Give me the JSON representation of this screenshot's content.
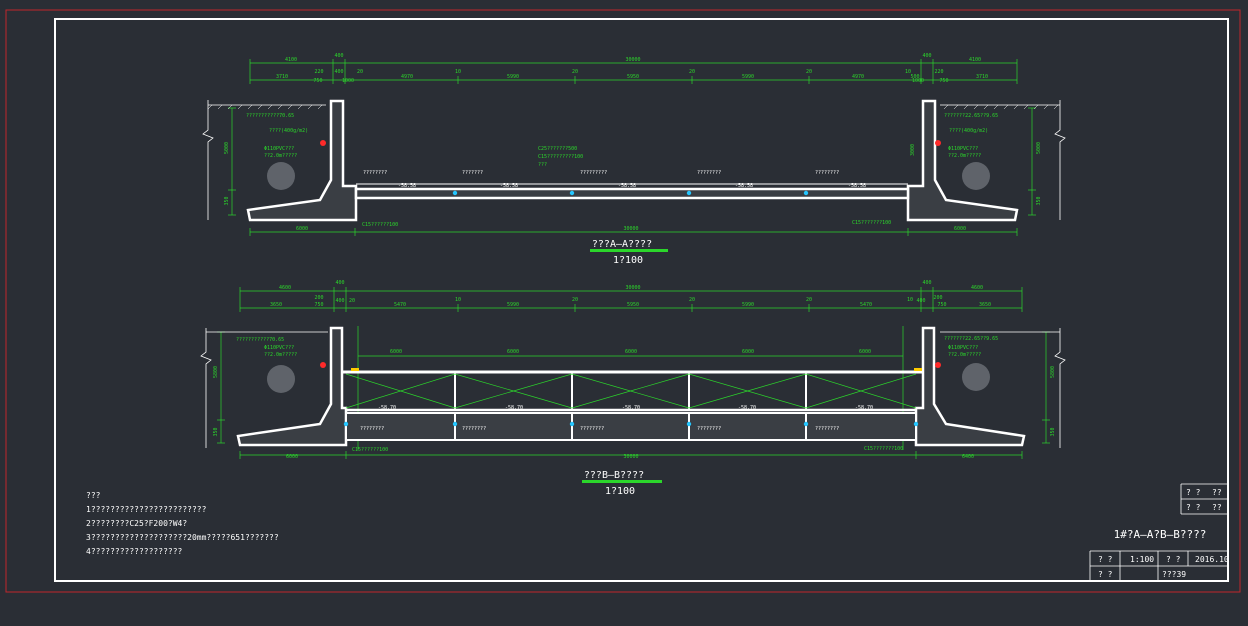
{
  "drawing": {
    "colors": {
      "background": "#2a2e35",
      "frame_outer": "#c0262b",
      "frame_inner": "#ffffff",
      "structure": "#ffffff",
      "dimension": "#2bd62b",
      "marker_red": "#ff2a2a",
      "marker_cyan": "#25c6ff",
      "marker_yellow": "#ffcc00"
    },
    "section_a": {
      "title": "???A—A????",
      "scale": "1?100",
      "dim_top_row1": [
        "4100",
        "400",
        "30000",
        "400",
        "4100"
      ],
      "dim_top_row2": [
        "3710",
        "220",
        "400",
        "20",
        "4970",
        "10",
        "5990",
        "20",
        "5950",
        "20",
        "5990",
        "20",
        "4970",
        "10",
        "500",
        "220",
        "3710"
      ],
      "dim_top_row2b": [
        "750",
        "1000",
        "1000",
        "750"
      ],
      "dim_bottom": [
        "6000",
        "30000",
        "6000"
      ],
      "left_labels": [
        "???????????70.65",
        "????(400g/m2)",
        "Φ110PVC???",
        "??2.0m?????"
      ],
      "right_labels": [
        "???????22.65??9.65",
        "????(400g/m2)",
        "Φ110PVC???",
        "??2.0m?????"
      ],
      "center_labels": [
        "C25???????500",
        "C15?????????100",
        "???"
      ],
      "cells": [
        "????????",
        "???????",
        "?????????",
        "????????",
        "????????"
      ],
      "elevations": [
        "-58.58",
        "-58.58",
        "-58.58",
        "-58.58",
        "-58.58"
      ],
      "bottom_left_label": "C15??????100",
      "bottom_right_label": "C15???????100",
      "side_dims_left": [
        "5000",
        "350",
        "3000"
      ],
      "side_dims_right": [
        "5000",
        "350",
        "3000"
      ]
    },
    "section_b": {
      "title": "???B—B????",
      "scale": "1?100",
      "dim_top_row1": [
        "4600",
        "400",
        "30000",
        "400",
        "4600"
      ],
      "dim_top_row2": [
        "3650",
        "200",
        "750",
        "400",
        "20",
        "5470",
        "10",
        "5990",
        "20",
        "5950",
        "20",
        "5990",
        "20",
        "5470",
        "10",
        "400",
        "200",
        "750",
        "3650"
      ],
      "strut_dims": [
        "6000",
        "6000",
        "6000",
        "6000",
        "6000"
      ],
      "dim_bottom": [
        "6000",
        "30000",
        "6400"
      ],
      "left_labels": [
        "???????????70.65",
        "Φ110PVC???",
        "??2.0m?????"
      ],
      "right_labels": [
        "???????22.65??9.65",
        "Φ110PVC???",
        "??2.0m?????"
      ],
      "cells": [
        "????????",
        "????????",
        "????????",
        "????????",
        "????????"
      ],
      "elevations": [
        "-58.70",
        "-58.70",
        "-58.70",
        "-58.70",
        "-58.70"
      ],
      "bottom_left_label": "C15??????100",
      "bottom_right_label": "C15???????100",
      "side_dims_left": [
        "5800",
        "350"
      ],
      "side_dims_right": [
        "5800",
        "350"
      ]
    },
    "notes": {
      "heading": "???",
      "lines": [
        "1????????????????????????",
        "2????????C25?F200?W4?",
        "3????????????????????20mm?????651???????",
        "4???????????????????"
      ]
    },
    "title_block": {
      "row1_a": "? ?",
      "row1_b": "??",
      "row2_a": "? ?",
      "row2_b": "??",
      "drawing_title": "1#?A—A?B—B????",
      "label_scale": "? ?",
      "scale_value": "1:100",
      "label_date": "? ?",
      "date_value": "2016.10",
      "label_no": "? ?",
      "no_value": "???39"
    }
  }
}
